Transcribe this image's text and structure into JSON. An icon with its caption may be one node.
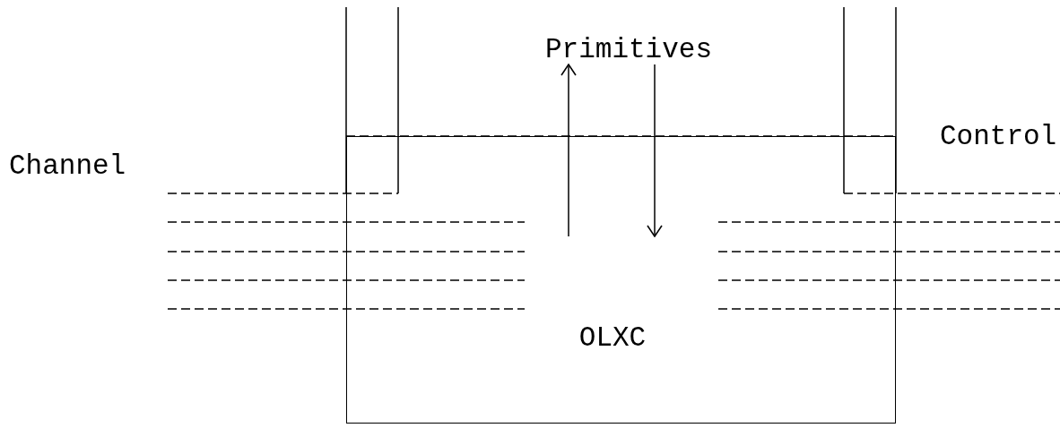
{
  "diagram": {
    "nodes": [
      {
        "text": [
          "OLXC"
        ]
      },
      {
        "text": [
          "Primitives"
        ]
      }
    ],
    "edges": [
      {
        "from": 0,
        "to": 1,
        "arrow": "to"
      },
      {
        "from": 1,
        "to": 0,
        "arrow": "to"
      }
    ],
    "labels": [
      "Channel",
      "Control"
    ]
  }
}
